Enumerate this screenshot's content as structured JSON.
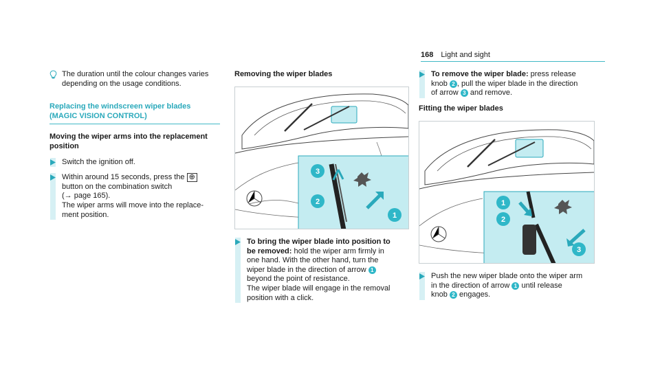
{
  "header": {
    "page_number": "168",
    "section": "Light and sight"
  },
  "col1": {
    "note": "The duration until the colour changes varies depending on the usage conditions.",
    "section_title_line1": "Replacing the windscreen wiper blades",
    "section_title_line2": "(MAGIC VISION CONTROL)",
    "subheading_line1": "Moving the wiper arms into the replacement",
    "subheading_line2": "position",
    "step1": "Switch the ignition off.",
    "step2_a": "Within around 15 seconds, press the",
    "step2_symbol": "⊕",
    "step2_b": "button on the combination switch",
    "step2_c": "(→ page 165).",
    "step2_d": "The wiper arms will move into the replace-",
    "step2_e": "ment position."
  },
  "col2": {
    "heading": "Removing the wiper blades",
    "figure_labels": [
      "3",
      "2",
      "1"
    ],
    "step_bold_1": "To bring the wiper blade into position to",
    "step_bold_2": "be removed:",
    "step_text_1": " hold the wiper arm firmly in",
    "step_text_2": "one hand. With the other hand, turn the",
    "step_text_3": "wiper blade in the direction of arrow",
    "step_num": "1",
    "step_text_4": "beyond the point of resistance.",
    "step_text_5": "The wiper blade will engage in the removal",
    "step_text_6": "position with a click."
  },
  "col3": {
    "step1_bold": "To remove the wiper blade:",
    "step1_text_1": " press release",
    "step1_text_2a": "knob",
    "step1_num_a": "2",
    "step1_text_2b": ", pull the wiper blade in the direction",
    "step1_text_3a": "of arrow",
    "step1_num_b": "3",
    "step1_text_3b": " and remove.",
    "subheading": "Fitting the wiper blades",
    "figure_labels": [
      "1",
      "2",
      "3"
    ],
    "step2_text_1": "Push the new wiper blade onto the wiper arm",
    "step2_text_2a": "in the direction of arrow",
    "step2_num_a": "1",
    "step2_text_2b": " until release",
    "step2_text_3a": "knob",
    "step2_num_b": "2",
    "step2_text_3b": " engages."
  },
  "colors": {
    "accent": "#2aa9bb",
    "highlight": "#c4ecf1",
    "badge": "#2fb7c8"
  },
  "icons": [
    "info-icon",
    "step-arrow-icon",
    "wiper-button-icon"
  ]
}
